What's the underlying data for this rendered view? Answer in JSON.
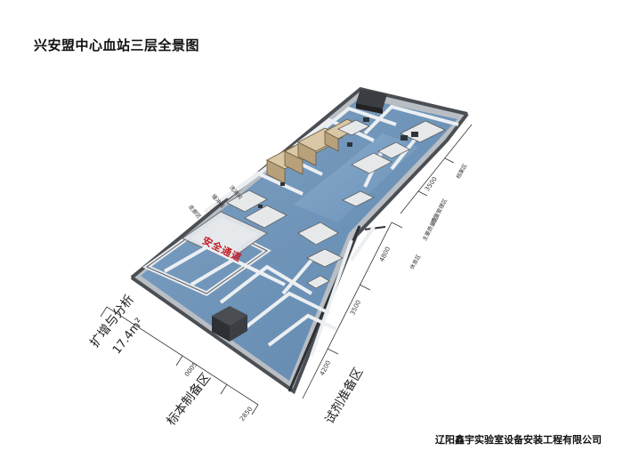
{
  "header": {
    "title": "兴安盟中心血站三层全景图"
  },
  "footer": {
    "company": "辽阳鑫宇实验室设备安装工程有限公司"
  },
  "plan": {
    "center_sign": "安全通道",
    "room_labels": {
      "left_area": "扩增与分析",
      "left_area_area": "17.4m²",
      "sample_prep": "标本制备区",
      "reagent_prep": "试剂准备区"
    },
    "dimensions": {
      "left_a": "0005",
      "left_b": "2850",
      "bottom_a": "4200",
      "bottom_b": "3500",
      "right_a": "4800",
      "right_b": "3500"
    },
    "small_labels": {
      "sl1": "走廊区",
      "sl2": "缓冲间",
      "sl3": "洗消间",
      "sl4": "休息区",
      "sl5": "主要质量区",
      "sl6": "质量管理区",
      "sl7": "档案区"
    }
  }
}
